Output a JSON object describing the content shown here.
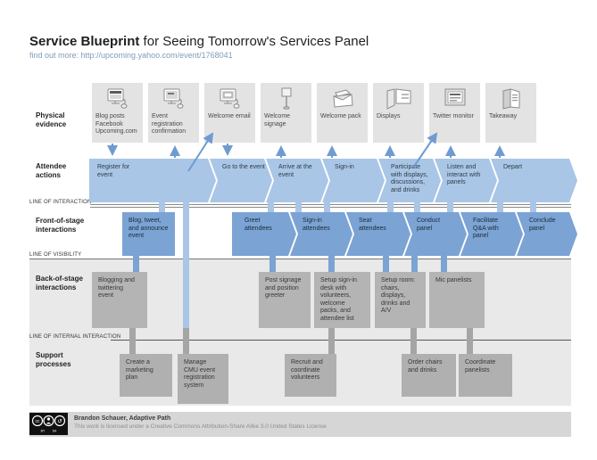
{
  "header": {
    "title_bold": "Service Blueprint",
    "title_rest": " for Seeing Tomorrow's Services Panel",
    "subtitle": "find out more: http://upcoming.yahoo.com/event/1768041"
  },
  "row_labels": {
    "physical": "Physical\nevidence",
    "attendee": "Attendee\nactions",
    "front": "Front-of-stage\ninteractions",
    "back": "Back-of-stage\ninteractions",
    "support": "Support\nprocesses"
  },
  "lines": {
    "interaction": "LINE OF INTERACTION",
    "visibility": "LINE OF VISIBILITY",
    "internal": "LINE OF INTERNAL INTERACTION"
  },
  "physical_evidence": [
    {
      "icon": "computer-mouse-icon",
      "label": "Blog posts\nFacebook\nUpcoming.com"
    },
    {
      "icon": "computer-mouse-icon",
      "label": "Event\nregistration\nconfirmation"
    },
    {
      "icon": "computer-mouse-icon",
      "label": "Welcome email"
    },
    {
      "icon": "signage-icon",
      "label": "Welcome\nsignage"
    },
    {
      "icon": "welcome-pack-icon",
      "label": "Welcome pack"
    },
    {
      "icon": "display-boards-icon",
      "label": "Displays"
    },
    {
      "icon": "monitor-icon",
      "label": "Twitter monitor"
    },
    {
      "icon": "booklet-icon",
      "label": "Takeaway"
    }
  ],
  "attendee_actions": [
    "Register for\nevent",
    "Go to the event",
    "Arrive at the\nevent",
    "Sign-in",
    "Participate\nwith displays,\ndiscussions,\nand drinks",
    "Listen and\ninteract with\npanels",
    "Depart"
  ],
  "front_stage": [
    "Blog, tweet,\nand announce\nevent",
    "Greet\nattendees",
    "Sign-in\nattendees",
    "Seat\nattendees",
    "Conduct\npanel",
    "Facilitate\nQ&A with\npanel",
    "Conclude\npanel"
  ],
  "back_stage": [
    "Blogging and\ntwittering\nevent",
    "Post signage\nand position\ngreeter",
    "Setup sign-in\ndesk with\nvolunteers,\nwelcome\npacks, and\nattendee list",
    "Setup room:\nchairs,\ndisplays,\ndrinks and\nA/V",
    "Mic panelists"
  ],
  "support_processes": [
    "Create a\nmarketing\nplan",
    "Manage\nCMU event\nregistration\nsystem",
    "Recruit and\ncoordinate\nvolunteers",
    "Order chairs\nand drinks",
    "Coordinate\npanelists"
  ],
  "footer": {
    "credit": "Brandon Schauer, Adaptive Path",
    "license": "This work is licensed under a Creative Commons Attribution-Share Alike 3.0 United States License",
    "badge": "CC BY SA"
  },
  "colors": {
    "attendee_blue": "#a9c6e6",
    "front_stage_blue": "#7ba3d4",
    "gray_box": "#b4b4b4",
    "band_gray": "#e9e9e9",
    "evidence_gray": "#e3e3e3",
    "arrow_blue": "#6f9bd1",
    "subtitle_blue": "#7f9cb5"
  }
}
